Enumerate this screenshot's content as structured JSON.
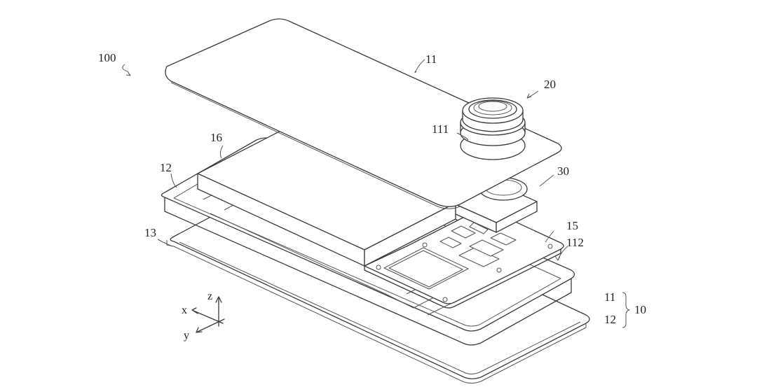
{
  "labels": {
    "assembly": "100",
    "cover": "11",
    "camera": "20",
    "lens_hole": "111",
    "battery": "16",
    "frame": "12",
    "module": "30",
    "back": "13",
    "board": "15",
    "gap": "112",
    "brace_top": "11",
    "brace_bottom": "12",
    "brace_total": "10"
  },
  "axes": {
    "x": "x",
    "y": "y",
    "z": "z"
  }
}
